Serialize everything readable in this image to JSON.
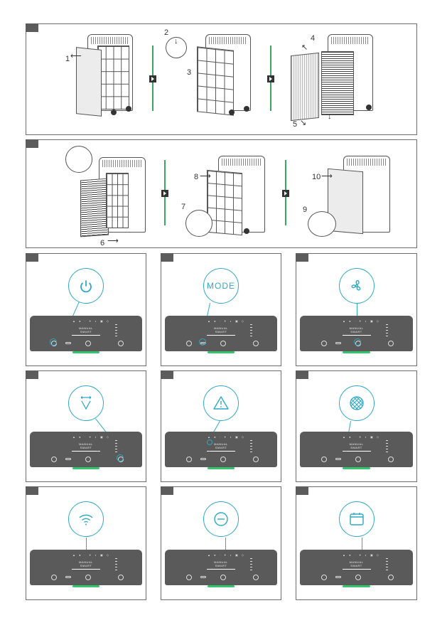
{
  "colors": {
    "accent": "#2fa9c4",
    "separator": "#3aa663",
    "glow": "#33c46d",
    "panel_dark": "#5a5a5a"
  },
  "step_numbers": {
    "s1": "1",
    "s2": "2",
    "s3": "3",
    "s4": "4",
    "s5": "5",
    "s6": "6",
    "s7": "7",
    "s8": "8",
    "s9": "9",
    "s10": "10"
  },
  "control_panel": {
    "mode_label_1": "MANUAL",
    "mode_label_2": "SMART",
    "dots": "▲ ● · ✦ ◗ ▣ ◇"
  },
  "callouts": [
    {
      "icon": "power-icon"
    },
    {
      "icon": "mode-text",
      "text": "MODE"
    },
    {
      "icon": "fan-icon"
    },
    {
      "icon": "swing-icon"
    },
    {
      "icon": "warning-icon"
    },
    {
      "icon": "filter-icon"
    },
    {
      "icon": "wifi-icon"
    },
    {
      "icon": "minus-icon"
    },
    {
      "icon": "calendar-icon"
    }
  ]
}
